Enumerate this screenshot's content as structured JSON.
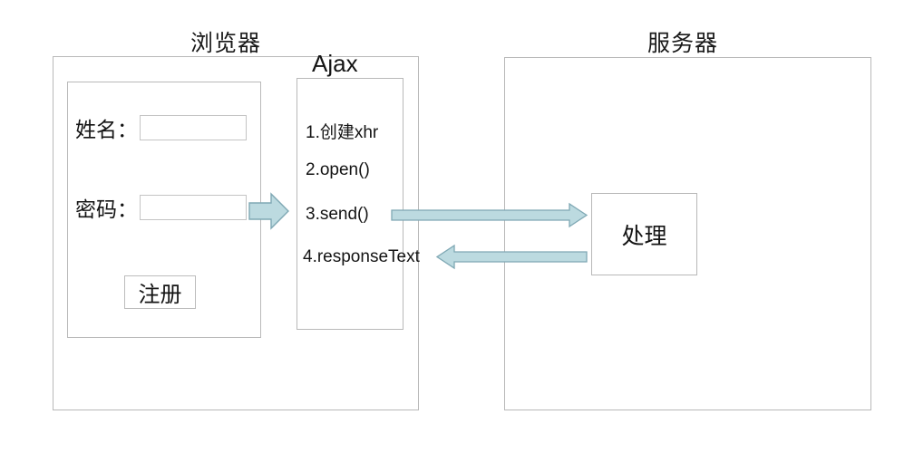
{
  "diagram": {
    "browser": {
      "title": "浏览器",
      "form": {
        "name_label": "姓名：",
        "name_value": "",
        "name_placeholder": "",
        "password_label": "密码：",
        "password_value": "",
        "password_placeholder": "",
        "register_label": "注册"
      },
      "ajax": {
        "title": "Ajax",
        "steps": [
          "1.创建xhr",
          "2.open()",
          "3.send()",
          "4.responseText"
        ]
      }
    },
    "server": {
      "title": "服务器",
      "process_label": "处理"
    },
    "arrows": [
      {
        "name": "form-to-ajax",
        "direction": "right",
        "label": ""
      },
      {
        "name": "send-request",
        "direction": "right",
        "label": ""
      },
      {
        "name": "response-return",
        "direction": "left",
        "label": ""
      }
    ],
    "colors": {
      "arrow_fill": "#bcdae0",
      "arrow_stroke": "#7fa8b4",
      "box_border": "#b8b8b8",
      "text": "#141414",
      "background": "#ffffff"
    },
    "watermark": ""
  }
}
